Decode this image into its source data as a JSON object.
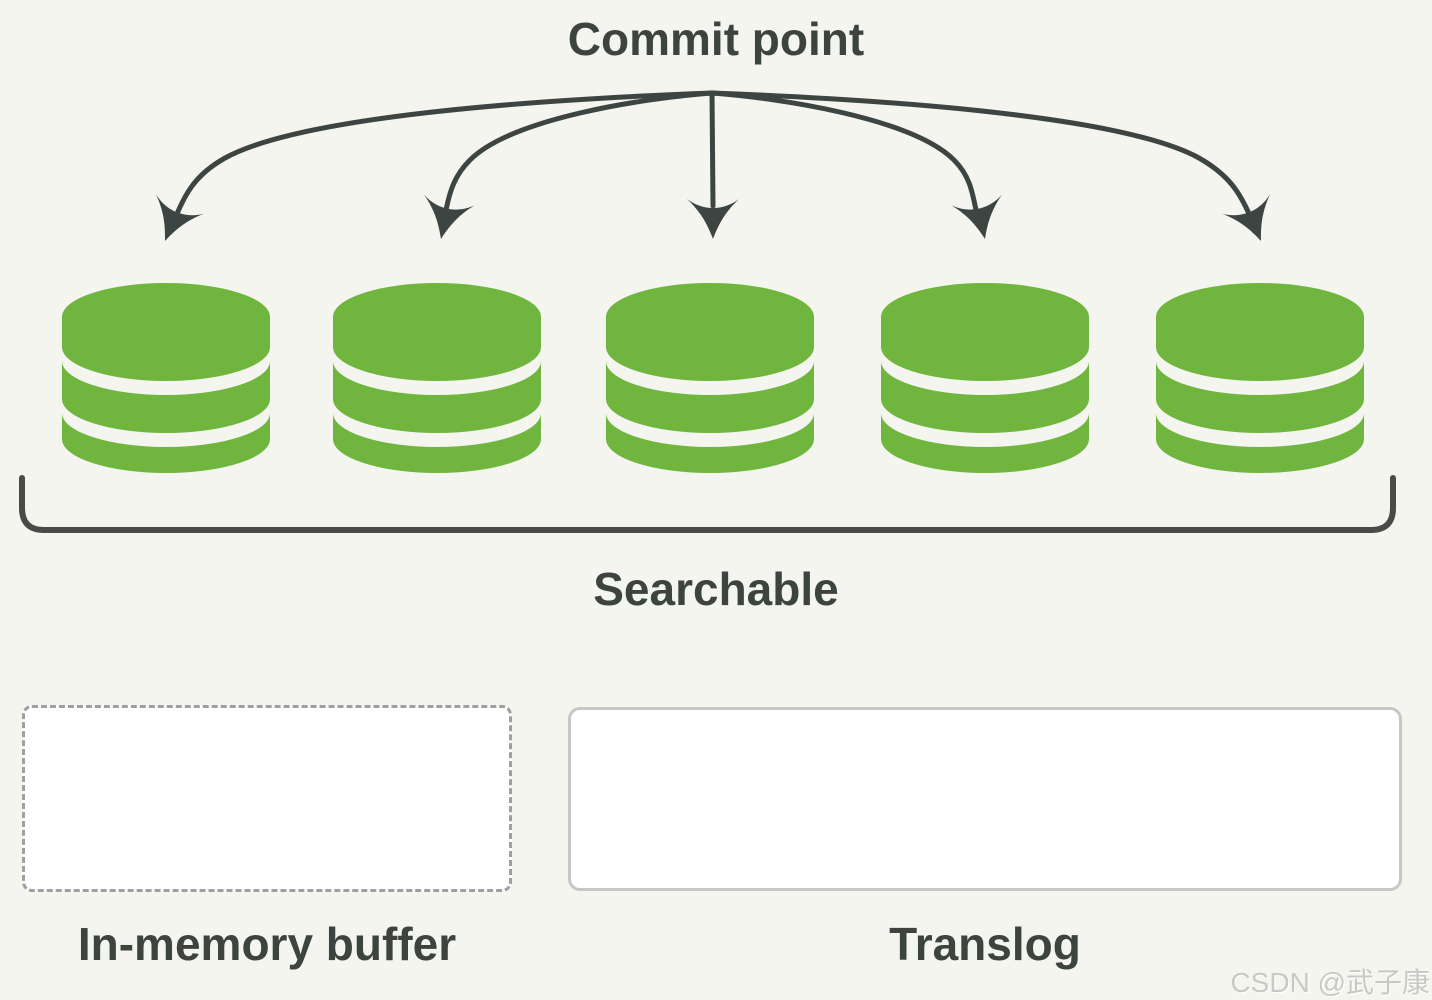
{
  "labels": {
    "commit_point": "Commit point",
    "searchable": "Searchable",
    "in_memory_buffer": "In-memory buffer",
    "translog": "Translog"
  },
  "segments": {
    "count": 5,
    "icon": "database-cylinder-icon",
    "state": "searchable",
    "color": "#6fb53e"
  },
  "arrows": {
    "count": 5,
    "source": "commit-point",
    "color": "#3d4542"
  },
  "boxes": {
    "in_memory_buffer": {
      "label": "In-memory buffer",
      "border_style": "dashed",
      "fill": "#ffffff"
    },
    "translog": {
      "label": "Translog",
      "border_style": "solid",
      "fill": "#ffffff"
    }
  },
  "watermark": {
    "text": "CSDN @武子康",
    "color": "#c9c9c3"
  },
  "colors": {
    "background": "#f4f5ef",
    "text": "#3d4440",
    "arrow": "#3d4542",
    "bracket": "#4a4a47",
    "segment_green": "#6fb53e",
    "buffer_border": "#9f9f9d",
    "translog_border": "#c7c7c5"
  }
}
